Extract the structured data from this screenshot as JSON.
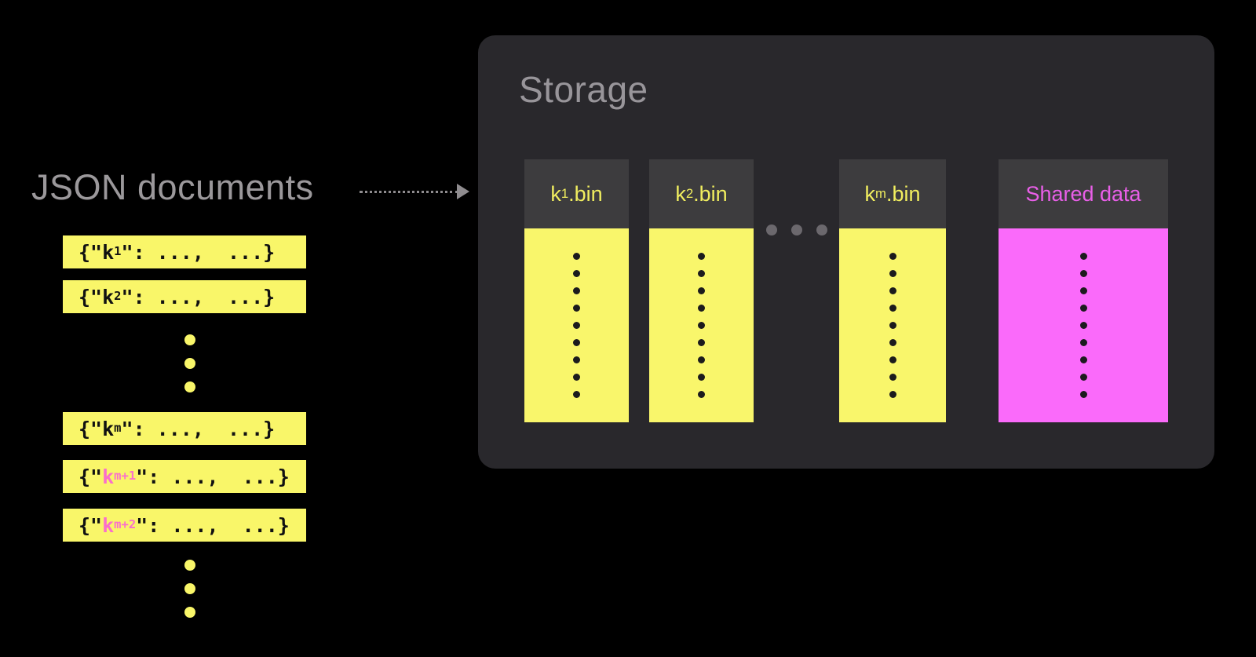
{
  "left": {
    "title": "JSON documents",
    "bars": [
      {
        "open": "{\"",
        "key": "k",
        "sub": "1",
        "rest": "\": ...,  ...}"
      },
      {
        "open": "{\"",
        "key": "k",
        "sub": "2",
        "rest": "\": ...,  ...}"
      },
      {
        "open": "{\"",
        "key": "k",
        "sub": "m",
        "rest": "\": ...,  ...}"
      },
      {
        "open": "{\"",
        "key": "k",
        "sub": "m+1",
        "rest": "\": ...,  ...}"
      },
      {
        "open": "{\"",
        "key": "k",
        "sub": "m+2",
        "rest": "\": ...,  ...}"
      }
    ],
    "ellipsis_dots": 3
  },
  "storage": {
    "title": "Storage",
    "columns": [
      {
        "base": "k",
        "sub": "1",
        "rest": ".bin"
      },
      {
        "base": "k",
        "sub": "2",
        "rest": ".bin"
      },
      {
        "base": "k",
        "sub": "m",
        "rest": ".bin"
      },
      {
        "label": "Shared data"
      }
    ],
    "between_columns_dots": 3,
    "column_dots": 9
  },
  "colors": {
    "background": "#000000",
    "bar_yellow": "#f9f669",
    "column_yellow": "#f9f66b",
    "magenta_body": "#fa6afa",
    "magenta_header_text": "#e95fe8",
    "pink_key_text": "#fa6fcb",
    "panel_bg": "#29282c",
    "column_header_bg": "#3d3c3e",
    "header_yellow_text": "#f1ee5f",
    "gray_text": "#9b989b"
  }
}
